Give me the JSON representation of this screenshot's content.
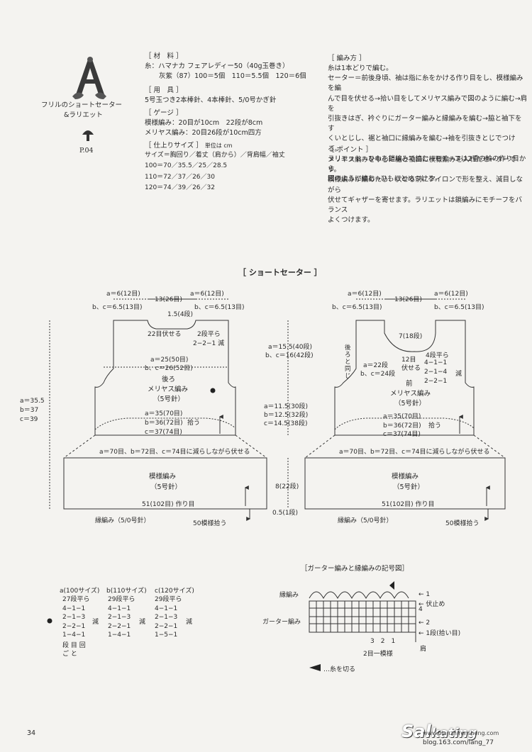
{
  "header": {
    "logo_letter": "A",
    "title_line1": "フリルのショートセーター",
    "title_line2": "&ラリエット",
    "photo_page": "P.04"
  },
  "materials": {
    "heading": "［ 材　料 ］",
    "line1": "糸：ハマナカ フェアレディー50（40g玉巻き）",
    "line2": "灰紫（87）100＝5個　110＝5.5個　120＝6個",
    "tools_heading": "［ 用　具 ］",
    "tools": "5号玉つき2本棒針、4本棒針、5/0号かぎ針",
    "gauge_heading": "［ ゲージ ］",
    "gauge1": "模様編み：20目が10cm　22段が8cm",
    "gauge2": "メリヤス編み：20目26段が10cm四方",
    "size_heading": "［ 仕上りサイズ ］",
    "size_unit": "単位は cm",
    "size_cols": "サイズ＝胸回り／着丈（肩から）／背肩幅／袖丈",
    "sizes": [
      "100＝70／35.5／25／28.5",
      "110＝72／37／26／30",
      "120＝74／39／26／32"
    ]
  },
  "method": {
    "heading": "［ 編み方 ］",
    "lines": [
      "糸は1本どりで編む。",
      "セーター＝前後身頃、袖は指に糸をかける作り目をし、模様編みを編",
      "んで目を伏せる→拾い目をしてメリヤス編みで図のように編む→肩を",
      "引抜きはぎ、衿ぐりにガーター編みと縁編みを編む→脇と袖下をす",
      "くいとじし、裾と袖口に縁編みを編む→袖を引抜きとじでつける。",
      "ラリエット＝ひもを鎖編みで編む→モチーフは2重の輪の作り目から",
      "図のように編む→ひもにとめつける。"
    ],
    "point_heading": "［ ポイント ］",
    "point_lines": [
      "メリヤス編みを中心に裾と袖口に模様編みを入れたセーターです。",
      "模様編みが編めたら、伏せる前にアイロンで形を整え、減目しながら",
      "伏せてギャザーを寄せます。ラリエットは鎖編みにモチーフをバランス",
      "よくつけます。"
    ]
  },
  "section_title": "［ ショートセーター ］",
  "back": {
    "top_left": "a＝6(12目)",
    "top_left2": "b、c＝6.5(13目)",
    "top_mid": "13(26目)",
    "top_right": "a＝6(12目)",
    "top_right2": "b、c＝6.5(13目)",
    "neck_rows": "1.5(4段)",
    "neck_bind": "22目伏せる",
    "neck_dec1": "2段平ら",
    "neck_dec2": "2−2−1 減",
    "width1": "a＝25(50目)",
    "width2": "b、c＝26(52目)",
    "name": "後ろ",
    "stitch": "メリヤス編み",
    "needle": "（5号針）",
    "bot1": "a＝35(70目)",
    "bot2": "b＝36(72目)",
    "bot3": "c＝37(74目)",
    "pick": "拾う",
    "total1": "a＝35.5",
    "total2": "b＝37",
    "total3": "c＝39"
  },
  "middle": {
    "arm1": "a＝15.5(40段)",
    "arm2": "b、c＝16(42段)",
    "body1": "a＝11.5(30段)",
    "body2": "b＝12.5(32段)",
    "body3": "c＝14.5(38段)",
    "frill": "8(22段)",
    "edge": "0.5(1段)"
  },
  "front": {
    "top_left": "a＝6(12目)",
    "top_left2": "b、c＝6.5(13目)",
    "top_mid": "13(26目)",
    "top_right": "a＝6(12目)",
    "top_right2": "b、c＝6.5(13目)",
    "neck_rows": "7(18段)",
    "center": "12目",
    "center2": "伏せる",
    "dec_head": "4段平ら",
    "dec1": "4−1−1",
    "dec2": "2−1−4",
    "dec3": "2−2−1",
    "dec_lbl": "減",
    "side_note": "後ろと同じ",
    "neck1": "a＝22段",
    "neck2": "b、c＝24段",
    "name": "前",
    "stitch": "メリヤス編み",
    "needle": "（5号針）",
    "bot1": "a＝35(70目)",
    "bot2": "b＝36(72目)",
    "bot3": "c＝37(74目)",
    "pick": "拾う"
  },
  "frill_panel": {
    "reduce": "a＝70目、b＝72目、c＝74目に減らしながら伏せる",
    "stitch": "模様編み",
    "needle": "（5号針）",
    "cast": "51(102目) 作り目",
    "edging": "縁編み（5/0号針）",
    "pick": "50模様拾う"
  },
  "sizes_table": {
    "col_a": "a(100サイズ)",
    "col_b": "b(110サイズ)",
    "col_c": "c(120サイズ)",
    "a_rows": [
      "27段平ら",
      "4−1−1",
      "2−1−3",
      "2−2−1",
      "1−4−1"
    ],
    "b_rows": [
      "29段平ら",
      "4−1−1",
      "2−1−3",
      "2−2−1",
      "1−4−1"
    ],
    "c_rows": [
      "29段平ら",
      "4−1−1",
      "2−1−3",
      "2−2−1",
      "1−5−1"
    ],
    "dec": "減",
    "legend1": "段 目 回",
    "legend2": "ご と"
  },
  "chart": {
    "title": "［ガーター編みと縁編みの記号図］",
    "edge_label": "縁編み",
    "garter_label": "ガーター編み",
    "r1": "1",
    "bind": "伏止め",
    "r4": "4",
    "r2": "2",
    "r1b": "1段(拾い目)",
    "cols": "3　2　1",
    "repeat": "2目一模様",
    "shoulder": "肩",
    "cut": "…糸を切る"
  },
  "footer": {
    "page": "34",
    "site1": "blog.163.com/lang_77",
    "site2": "www.bianzhirensheng.com"
  }
}
